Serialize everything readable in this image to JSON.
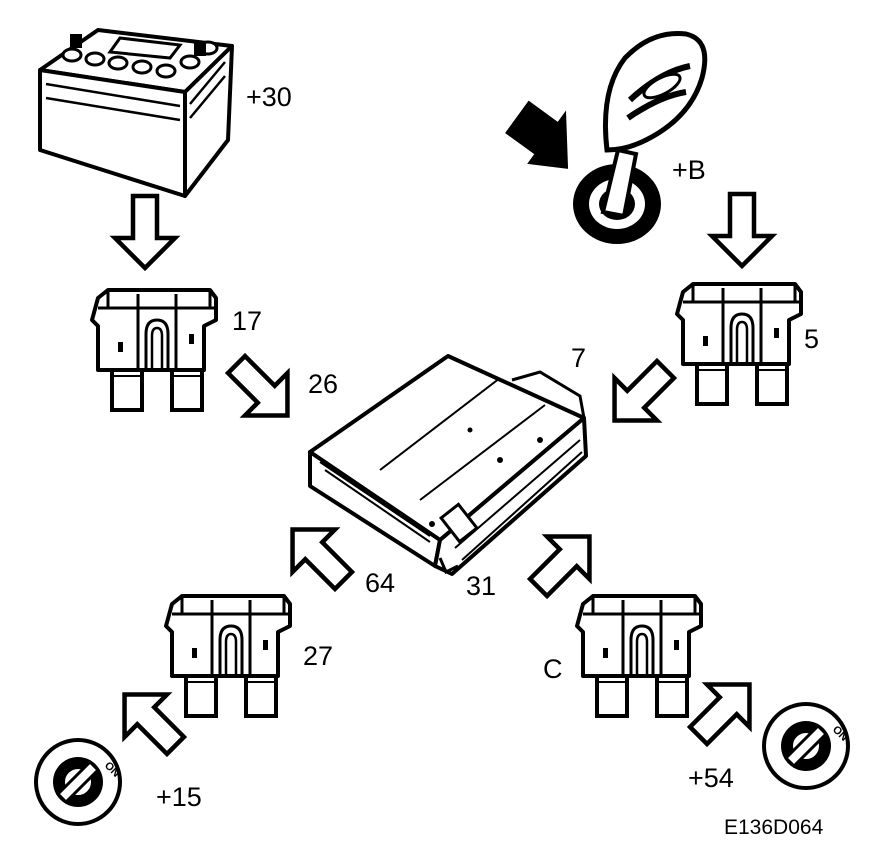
{
  "diagram": {
    "labels": {
      "battery_terminal": "+30",
      "key_terminal": "+B",
      "fuse_17": "17",
      "fuse_5": "5",
      "pin_26": "26",
      "pin_7": "7",
      "pin_64": "64",
      "pin_31": "31",
      "fuse_27": "27",
      "fuse_c": "C",
      "ignition_15": "+15",
      "ignition_54": "+54",
      "figure_code": "E136D064"
    },
    "switch_on_text": "ON",
    "colors": {
      "ink": "#000000",
      "paper": "#ffffff"
    }
  }
}
